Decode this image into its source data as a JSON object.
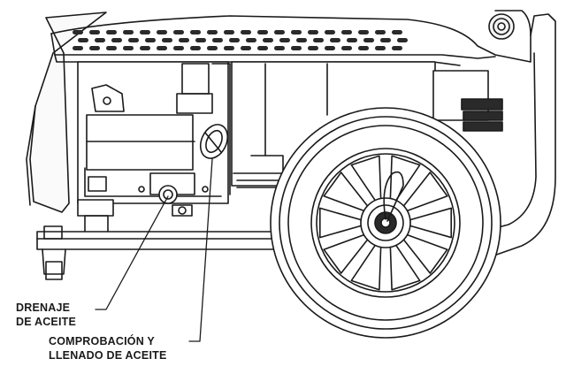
{
  "labels": {
    "drain": {
      "line1": "DRENAJE",
      "line2": "DE ACEITE"
    },
    "check_fill": {
      "line1": "COMPROBACIÓN Y",
      "line2": "LLENADO DE ACEITE"
    }
  },
  "colors": {
    "line": "#1a1a1a",
    "background": "#ffffff",
    "fill_light": "#f4f4f4",
    "fill_dark": "#2a2a2a"
  }
}
